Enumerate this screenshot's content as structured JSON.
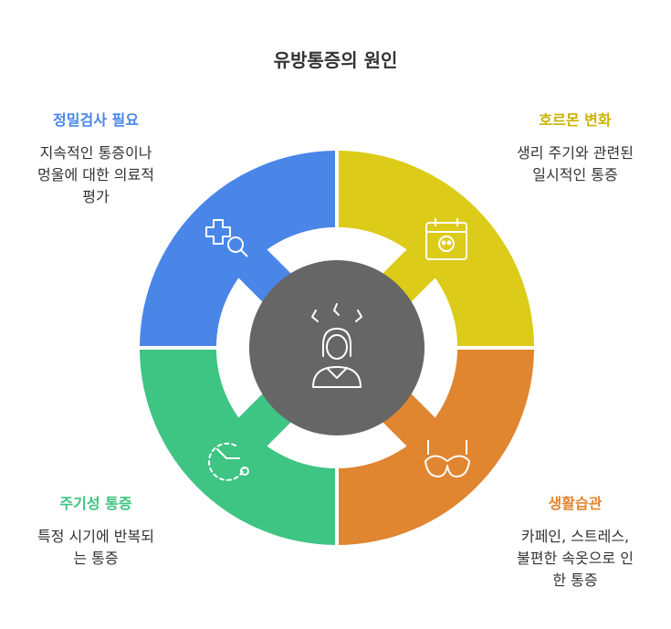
{
  "title": "유방통증의 원인",
  "segments": {
    "top_left": {
      "heading": "정밀검사 필요",
      "body": "지속적인 통증이나\n멍울에 대한 의료적\n평가",
      "color": "#4a86e8",
      "icon": "search-medical-icon"
    },
    "top_right": {
      "heading": "호르몬 변화",
      "body": "생리 주기와 관련된\n일시적인 통증",
      "color": "#dccb18",
      "icon": "calendar-skull-icon"
    },
    "bottom_right": {
      "heading": "생활습관",
      "body": "카페인, 스트레스,\n불편한 속옷으로 인\n한 통증",
      "color": "#e08530",
      "icon": "bra-icon"
    },
    "bottom_left": {
      "heading": "주기성 통증",
      "body": "특정 시기에 반복되\n는 통증",
      "color": "#3ec483",
      "icon": "cycle-clock-icon"
    }
  },
  "center": {
    "icon": "stressed-woman-icon",
    "color": "#666666"
  }
}
